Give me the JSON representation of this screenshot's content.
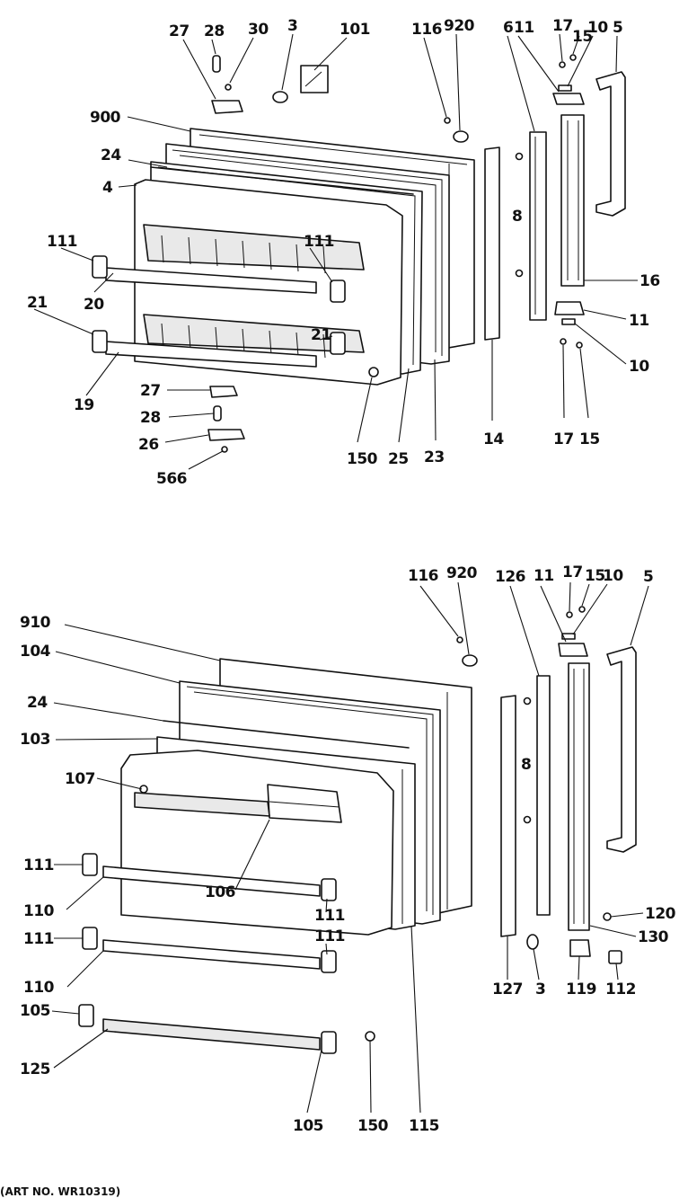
{
  "upper_callouts": [
    {
      "id": "u27a",
      "text": "27"
    },
    {
      "id": "u28a",
      "text": "28"
    },
    {
      "id": "u30",
      "text": "30"
    },
    {
      "id": "u3",
      "text": "3"
    },
    {
      "id": "u101",
      "text": "101"
    },
    {
      "id": "u116",
      "text": "116"
    },
    {
      "id": "u920",
      "text": "920"
    },
    {
      "id": "u6",
      "text": "6"
    },
    {
      "id": "u11a",
      "text": "11"
    },
    {
      "id": "u17a",
      "text": "17"
    },
    {
      "id": "u15a",
      "text": "15"
    },
    {
      "id": "u10a",
      "text": "10"
    },
    {
      "id": "u5",
      "text": "5"
    },
    {
      "id": "u900",
      "text": "900"
    },
    {
      "id": "u24",
      "text": "24"
    },
    {
      "id": "u4",
      "text": "4"
    },
    {
      "id": "u8",
      "text": "8"
    },
    {
      "id": "u111a",
      "text": "111"
    },
    {
      "id": "u111b",
      "text": "111"
    },
    {
      "id": "u16",
      "text": "16"
    },
    {
      "id": "u20",
      "text": "20"
    },
    {
      "id": "u21a",
      "text": "21"
    },
    {
      "id": "u21b",
      "text": "21"
    },
    {
      "id": "u11b",
      "text": "11"
    },
    {
      "id": "u10b",
      "text": "10"
    },
    {
      "id": "u19",
      "text": "19"
    },
    {
      "id": "u27b",
      "text": "27"
    },
    {
      "id": "u28b",
      "text": "28"
    },
    {
      "id": "u26",
      "text": "26"
    },
    {
      "id": "u566",
      "text": "566"
    },
    {
      "id": "u150",
      "text": "150"
    },
    {
      "id": "u25",
      "text": "25"
    },
    {
      "id": "u23",
      "text": "23"
    },
    {
      "id": "u14",
      "text": "14"
    },
    {
      "id": "u17b",
      "text": "17"
    },
    {
      "id": "u15b",
      "text": "15"
    }
  ],
  "lower_callouts": [
    {
      "id": "l116",
      "text": "116"
    },
    {
      "id": "l920",
      "text": "920"
    },
    {
      "id": "l126",
      "text": "126"
    },
    {
      "id": "l11",
      "text": "11"
    },
    {
      "id": "l17",
      "text": "17"
    },
    {
      "id": "l15",
      "text": "15"
    },
    {
      "id": "l10",
      "text": "10"
    },
    {
      "id": "l5",
      "text": "5"
    },
    {
      "id": "l910",
      "text": "910"
    },
    {
      "id": "l104",
      "text": "104"
    },
    {
      "id": "l24",
      "text": "24"
    },
    {
      "id": "l103",
      "text": "103"
    },
    {
      "id": "l8",
      "text": "8"
    },
    {
      "id": "l107",
      "text": "107"
    },
    {
      "id": "l120",
      "text": "120"
    },
    {
      "id": "l130",
      "text": "130"
    },
    {
      "id": "l111a",
      "text": "111"
    },
    {
      "id": "l110a",
      "text": "110"
    },
    {
      "id": "l106",
      "text": "106"
    },
    {
      "id": "l111b",
      "text": "111"
    },
    {
      "id": "l127",
      "text": "127"
    },
    {
      "id": "l3",
      "text": "3"
    },
    {
      "id": "l119",
      "text": "119"
    },
    {
      "id": "l112",
      "text": "112"
    },
    {
      "id": "l111c",
      "text": "111"
    },
    {
      "id": "l111d",
      "text": "111"
    },
    {
      "id": "l110b",
      "text": "110"
    },
    {
      "id": "l105a",
      "text": "105"
    },
    {
      "id": "l125",
      "text": "125"
    },
    {
      "id": "l105b",
      "text": "105"
    },
    {
      "id": "l150",
      "text": "150"
    },
    {
      "id": "l115",
      "text": "115"
    }
  ],
  "caption": "(ART NO. WR10319)"
}
